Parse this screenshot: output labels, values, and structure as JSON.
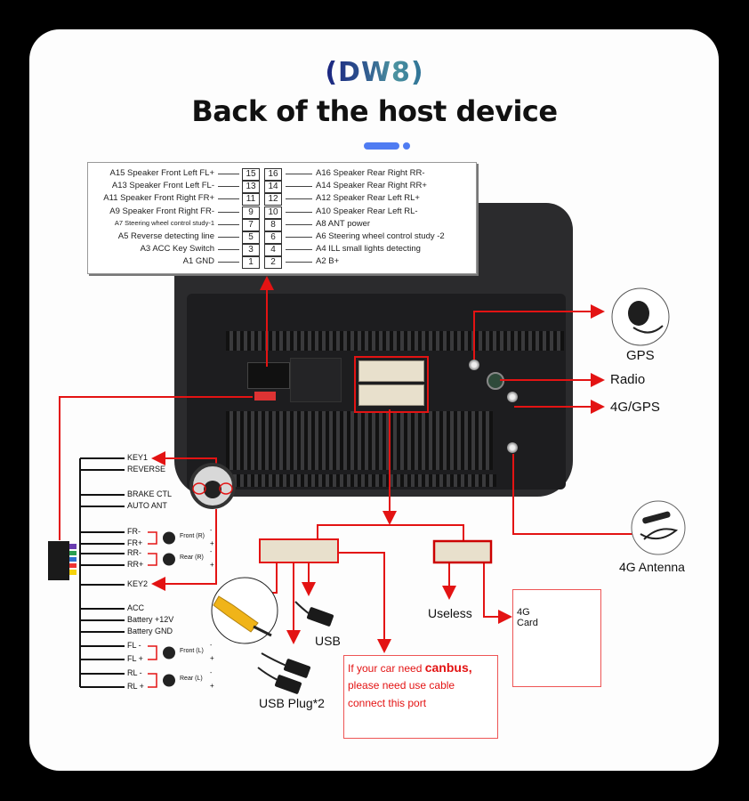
{
  "header": {
    "model": "(DW8)",
    "title": "Back of the host device"
  },
  "colors": {
    "accent_blue": "#4f7cf2",
    "arrow_red": "#e31313",
    "device_body": "#2b2b2d",
    "model_gradient_start": "#1a2380",
    "model_gradient_end": "#4c93a0"
  },
  "pinout": {
    "left": [
      {
        "code": "A15",
        "label": "Speaker Front Left FL+",
        "pin": "15"
      },
      {
        "code": "A13",
        "label": "Speaker Front Left FL-",
        "pin": "13"
      },
      {
        "code": "A11",
        "label": "Speaker Front Right FR+",
        "pin": "11"
      },
      {
        "code": "A9",
        "label": "Speaker Front Right FR-",
        "pin": "9"
      },
      {
        "code": "A7",
        "label": "Steering wheel control study-1",
        "pin": "7"
      },
      {
        "code": "A5",
        "label": "Reverse detecting line",
        "pin": "5"
      },
      {
        "code": "A3",
        "label": "ACC Key Switch",
        "pin": "3"
      },
      {
        "code": "A1",
        "label": "GND",
        "pin": "1"
      }
    ],
    "right": [
      {
        "code": "A16",
        "label": "Speaker Rear Right RR-",
        "pin": "16"
      },
      {
        "code": "A14",
        "label": "Speaker Rear Right RR+",
        "pin": "14"
      },
      {
        "code": "A12",
        "label": "Speaker Rear Left RL+",
        "pin": "12"
      },
      {
        "code": "A10",
        "label": "Speaker Rear Left RL-",
        "pin": "10"
      },
      {
        "code": "A8",
        "label": "ANT power",
        "pin": "8"
      },
      {
        "code": "A6",
        "label": "Steering wheel control study -2",
        "pin": "6"
      },
      {
        "code": "A4",
        "label": "ILL small lights detecting",
        "pin": "4"
      },
      {
        "code": "A2",
        "label": "B+",
        "pin": "2"
      }
    ]
  },
  "antennas": {
    "gps": "GPS",
    "radio": "Radio",
    "g4gps": "4G/GPS",
    "g4antenna": "4G Antenna"
  },
  "harness": {
    "wires": [
      {
        "label": "KEY1",
        "arrow": true
      },
      {
        "label": "REVERSE"
      },
      {
        "label": "BRAKE CTL"
      },
      {
        "label": "AUTO ANT"
      },
      {
        "label": "FR-"
      },
      {
        "label": "FR+"
      },
      {
        "label": "RR-"
      },
      {
        "label": "RR+"
      },
      {
        "label": "KEY2",
        "arrow": true
      },
      {
        "label": "ACC"
      },
      {
        "label": "Battery +12V"
      },
      {
        "label": "Battery GND"
      },
      {
        "label": "FL -"
      },
      {
        "label": "FL +"
      },
      {
        "label": "RL -"
      },
      {
        "label": "RL +"
      }
    ],
    "speakers": [
      {
        "label": "Front (R)",
        "minus": "-",
        "plus": "+"
      },
      {
        "label": "Rear (R)",
        "minus": "-",
        "plus": "+"
      },
      {
        "label": "Front (L)",
        "minus": "-",
        "plus": "+"
      },
      {
        "label": "Rear (L)",
        "minus": "-",
        "plus": "+"
      }
    ]
  },
  "outputs": {
    "usb": "USB",
    "usb_plug": "USB Plug*2",
    "useless": "Useless",
    "card_4g_line1": "4G",
    "card_4g_line2": "Card"
  },
  "note": {
    "line1_prefix": "If your car need ",
    "line1_strong": "canbus",
    "line1_suffix": ",",
    "line2": "please need use cable",
    "line3": "connect this port",
    "warning_icons": [
      "warning-icon",
      "warning-icon",
      "warning-icon"
    ]
  }
}
